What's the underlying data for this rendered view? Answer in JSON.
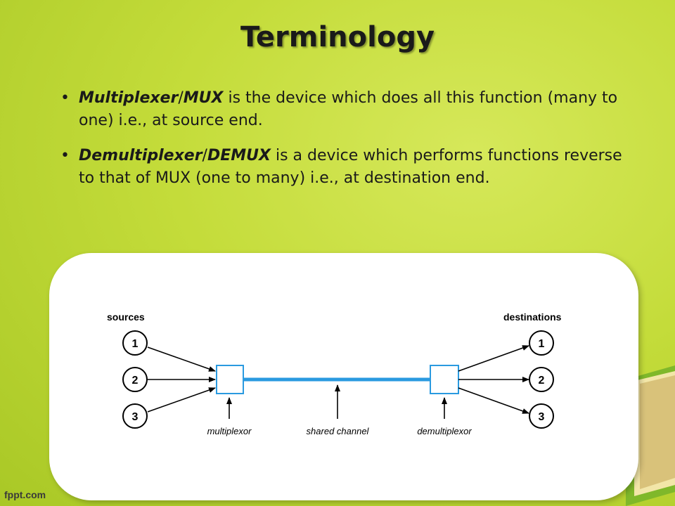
{
  "slide": {
    "title": "Terminology",
    "footer": "fppt.com"
  },
  "bullets": [
    {
      "marker": "•",
      "term_a": "Multiplexer",
      "separator": "/",
      "term_b": "MUX",
      "text": " is the device which does all this function (many to one) i.e., at source end."
    },
    {
      "marker": "•",
      "term_a": "Demultiplexer",
      "separator": "/",
      "term_b": "DEMUX",
      "text": " is a device which performs functions reverse to that of MUX (one to many) i.e., at destination end."
    }
  ],
  "diagram": {
    "sources_label": "sources",
    "destinations_label": "destinations",
    "source_nodes": [
      "1",
      "2",
      "3"
    ],
    "destination_nodes": [
      "1",
      "2",
      "3"
    ],
    "mux_label": "multiplexor",
    "channel_label": "shared channel",
    "demux_label": "demultiplexor",
    "colors": {
      "channel": "#2a9ae0",
      "box_border": "#2a9ae0",
      "ink": "#000000"
    }
  }
}
